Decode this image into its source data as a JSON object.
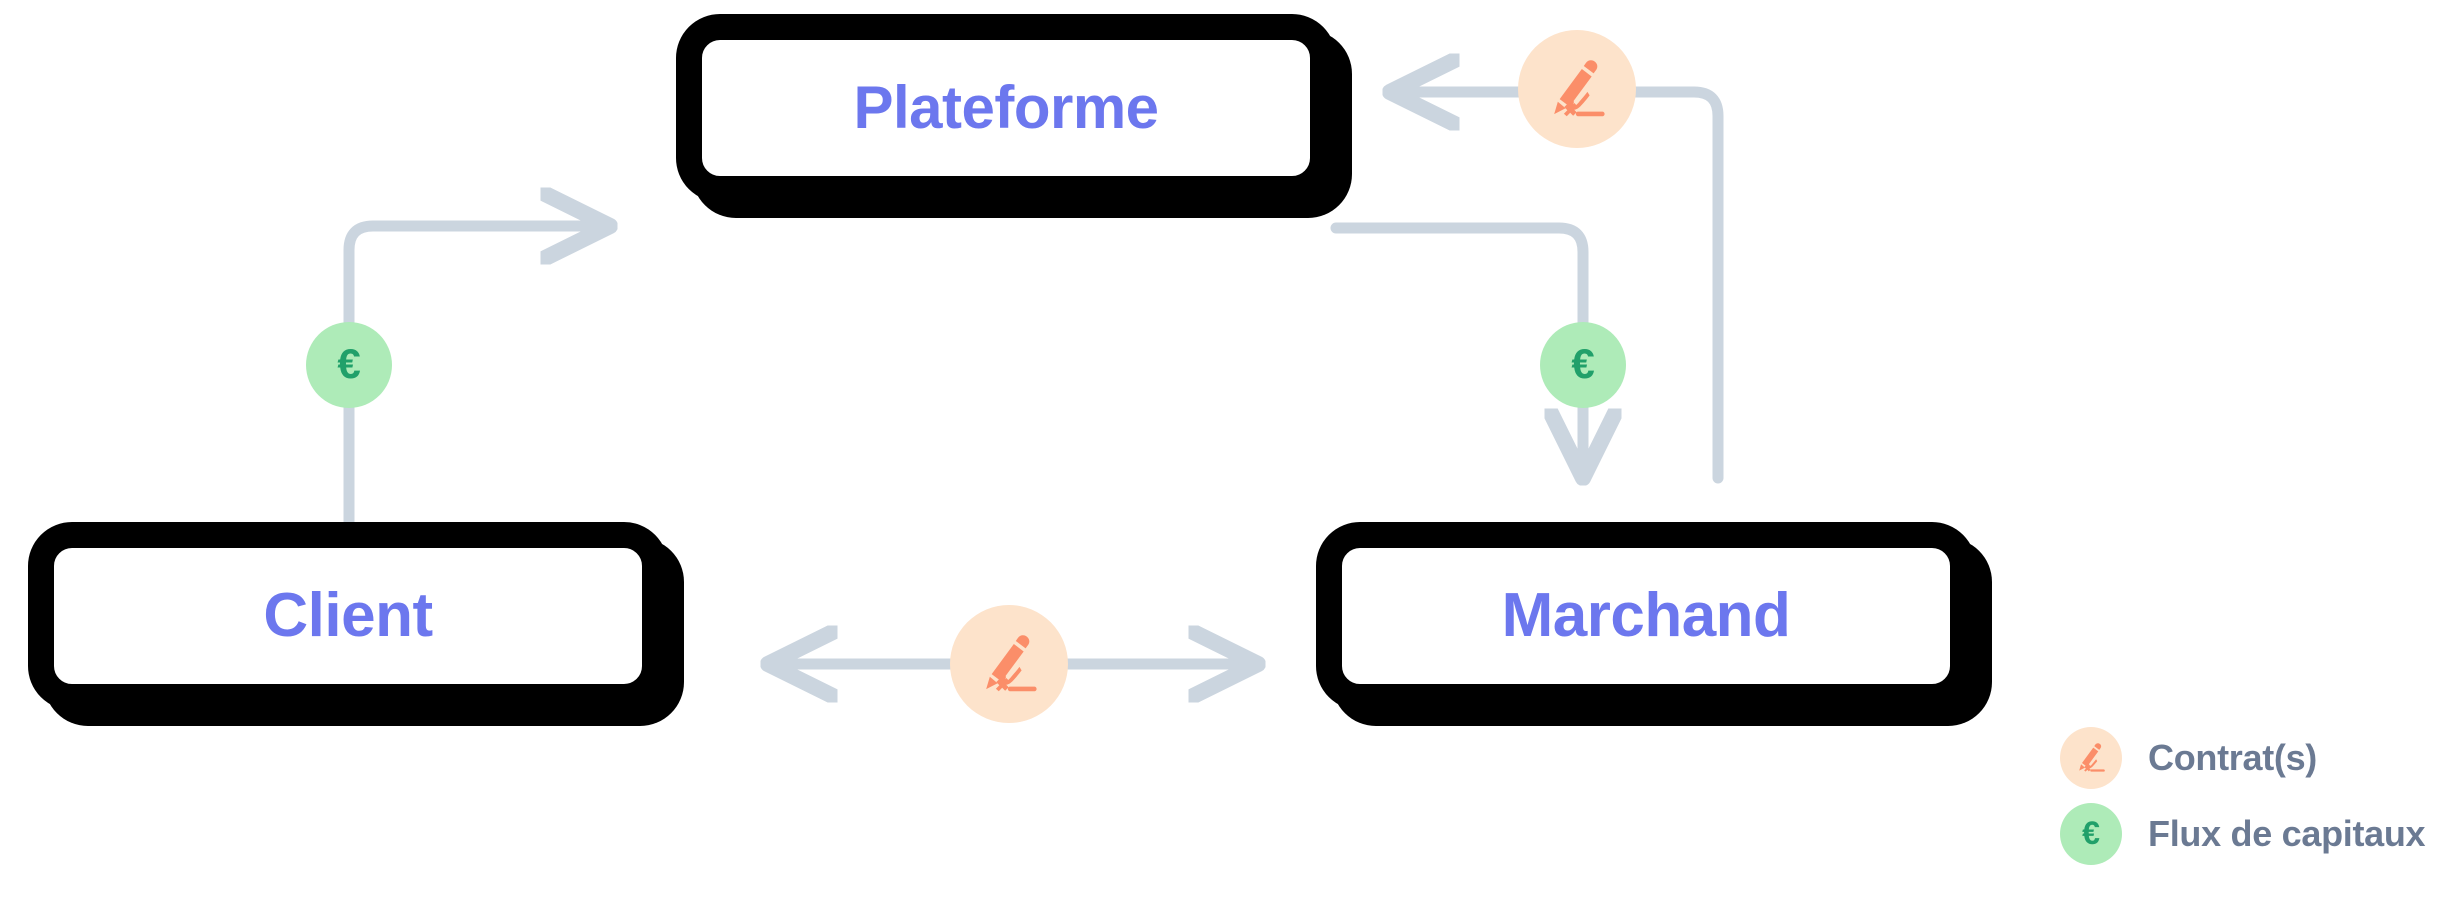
{
  "diagram": {
    "title": "Plateforme / Client / Marchand",
    "type": "flow-diagram",
    "background_color": "#FFFFFF",
    "nodes": [
      {
        "id": "plateforme",
        "label": "Plateforme",
        "text_color": "#6C77EE",
        "border_color": "#000000",
        "fill": "#FFFFFF"
      },
      {
        "id": "client",
        "label": "Client",
        "text_color": "#6C77EE",
        "border_color": "#000000",
        "fill": "#FFFFFF"
      },
      {
        "id": "marchand",
        "label": "Marchand",
        "text_color": "#6C77EE",
        "border_color": "#000000",
        "fill": "#FFFFFF"
      }
    ],
    "edges": [
      {
        "id": "client-to-plateforme",
        "from": "Client",
        "to": "Plateforme",
        "marker": "Flux de capitaux",
        "direction": "one-way"
      },
      {
        "id": "plateforme-to-marchand",
        "from": "Plateforme",
        "to": "Marchand",
        "marker": "Flux de capitaux",
        "direction": "one-way"
      },
      {
        "id": "marchand-to-plateforme",
        "from": "Marchand",
        "to": "Plateforme",
        "marker": "Contrat(s)",
        "direction": "one-way"
      },
      {
        "id": "client-marchand",
        "from": "Client",
        "to": "Marchand",
        "marker": "Contrat(s)",
        "direction": "two-way"
      }
    ],
    "connector_color": "#CBD5DF"
  },
  "badges": {
    "money_glyph": "€",
    "money_fill": "#AEEBB8",
    "money_glyph_color": "#21A06A",
    "money_icon_name": "euro-icon",
    "contract_fill": "#FDE3CB",
    "contract_glyph_color": "#FB8E69",
    "contract_icon_name": "contract-signature-icon"
  },
  "legend": {
    "items": [
      {
        "label": "Contrat(s)",
        "swatch": "contract",
        "icon_name": "contract-signature-icon"
      },
      {
        "label": "Flux de capitaux",
        "swatch": "money",
        "icon_name": "euro-icon"
      }
    ],
    "text_color": "#6B7A93"
  }
}
